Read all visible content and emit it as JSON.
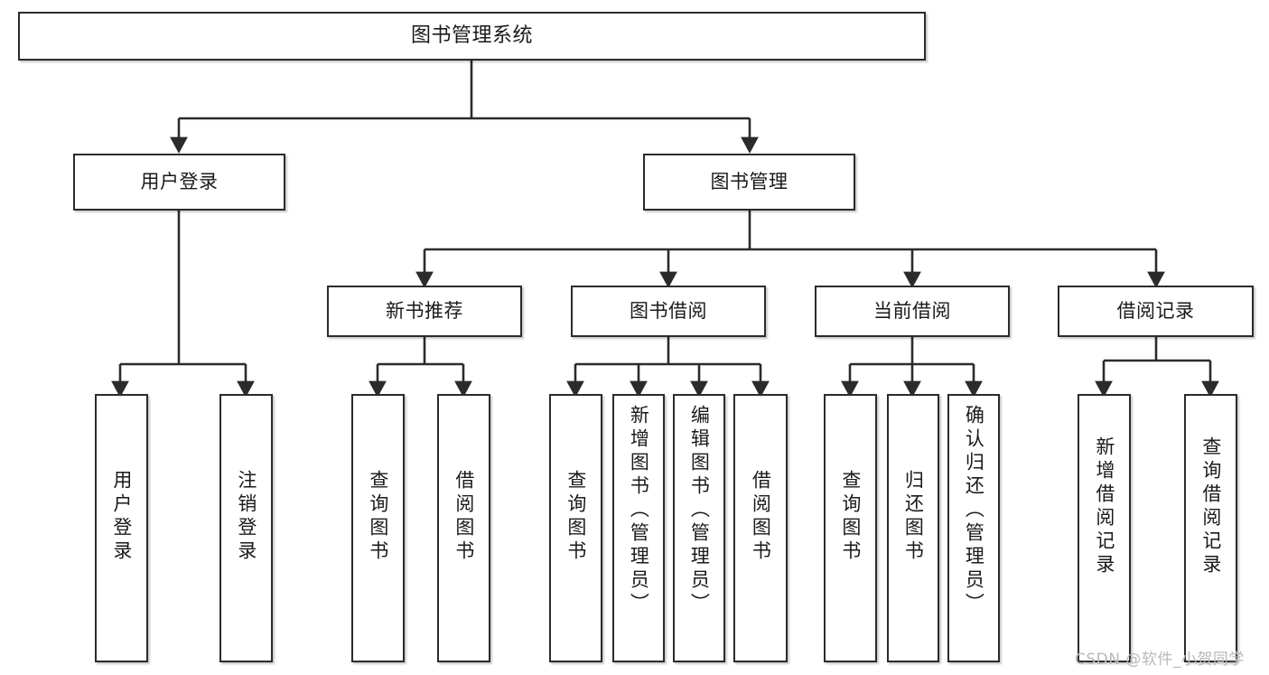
{
  "diagram": {
    "title": "图书管理系统",
    "watermark": "CSDN @软件_小贺同学",
    "line_color": "#2b2b2b",
    "box_border_color": "#2b2b2b",
    "box_fill_color": "#ffffff",
    "background_color": "#ffffff",
    "watermark_color": "#b9b9b9"
  },
  "nodes": {
    "root": {
      "label": "图书管理系统"
    },
    "level2": [
      {
        "label": "用户登录"
      },
      {
        "label": "图书管理"
      }
    ],
    "level3": [
      {
        "label": "新书推荐"
      },
      {
        "label": "图书借阅"
      },
      {
        "label": "当前借阅"
      },
      {
        "label": "借阅记录"
      }
    ],
    "leaves": {
      "user_login": [
        {
          "label": "用户登录"
        },
        {
          "label": "注销登录"
        }
      ],
      "new_book_recommend": [
        {
          "label": "查询图书"
        },
        {
          "label": "借阅图书"
        }
      ],
      "book_borrow": [
        {
          "label": "查询图书"
        },
        {
          "label": "新增图书（管理员）"
        },
        {
          "label": "编辑图书（管理员）"
        },
        {
          "label": "借阅图书"
        }
      ],
      "current_borrow": [
        {
          "label": "查询图书"
        },
        {
          "label": "归还图书"
        },
        {
          "label": "确认归还（管理员）"
        }
      ],
      "borrow_record": [
        {
          "label": "新增借阅记录"
        },
        {
          "label": "查询借阅记录"
        }
      ]
    }
  }
}
